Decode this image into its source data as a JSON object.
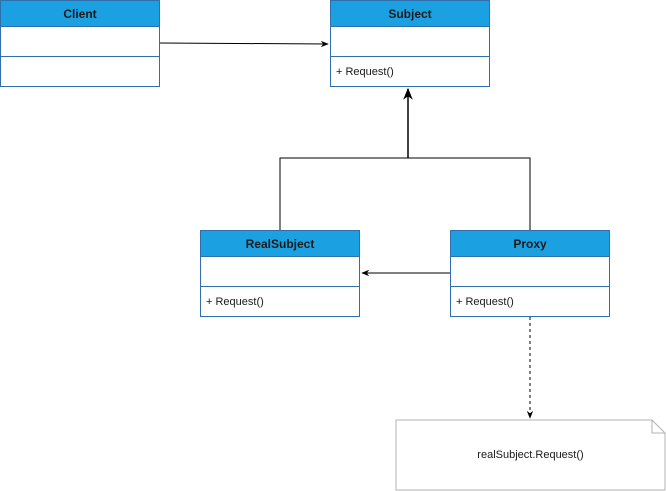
{
  "classes": {
    "client": {
      "name": "Client",
      "operation": ""
    },
    "subject": {
      "name": "Subject",
      "operation": "+ Request()"
    },
    "realsubject": {
      "name": "RealSubject",
      "operation": "+ Request()"
    },
    "proxy": {
      "name": "Proxy",
      "operation": "+ Request()"
    }
  },
  "note": {
    "text": "realSubject.Request()"
  },
  "colors": {
    "header_fill": "#1ba1e2",
    "border": "#2f6fad",
    "connector": "#000000",
    "note_border": "#b3b3b3"
  }
}
